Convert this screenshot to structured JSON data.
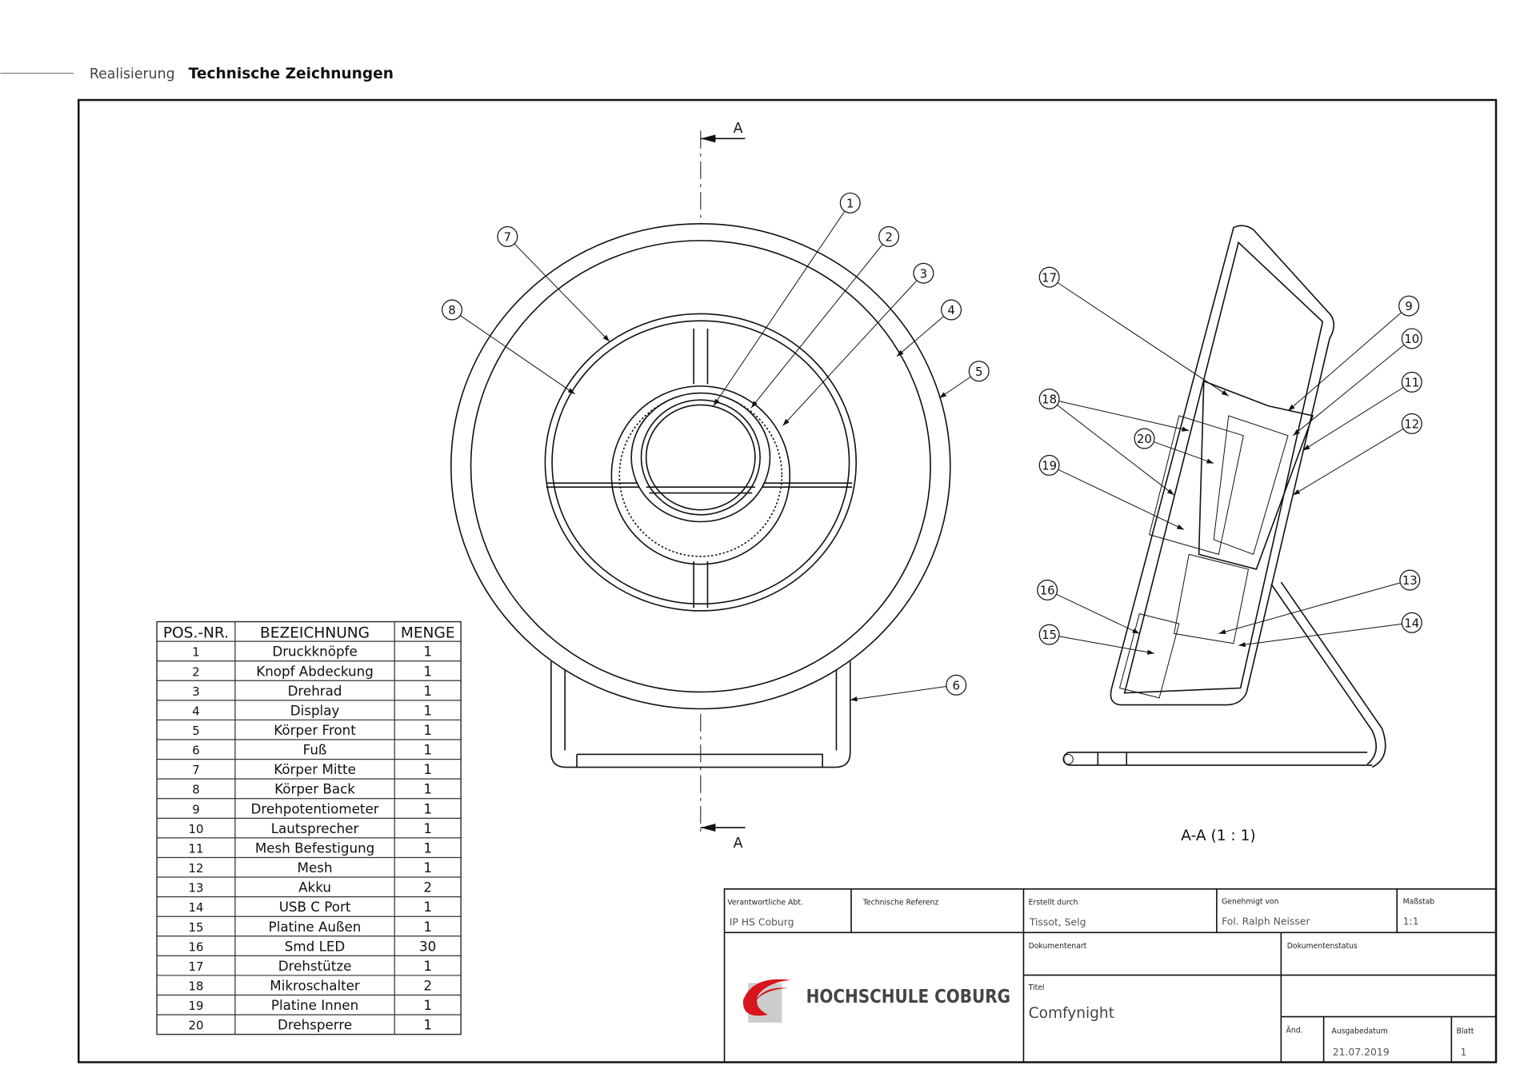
{
  "header": {
    "section": "Realisierung",
    "title": "Technische Zeichnungen"
  },
  "drawing": {
    "section_marker": "A",
    "section_view_label": "A-A (1 : 1)",
    "balloons": [
      "1",
      "2",
      "3",
      "4",
      "5",
      "6",
      "7",
      "8",
      "9",
      "10",
      "11",
      "12",
      "13",
      "14",
      "15",
      "16",
      "17",
      "18",
      "19",
      "20"
    ]
  },
  "parts_table": {
    "headers": [
      "POS.-NR.",
      "BEZEICHNUNG",
      "MENGE"
    ],
    "rows": [
      [
        "1",
        "Druckknöpfe",
        "1"
      ],
      [
        "2",
        "Knopf Abdeckung",
        "1"
      ],
      [
        "3",
        "Drehrad",
        "1"
      ],
      [
        "4",
        "Display",
        "1"
      ],
      [
        "5",
        "Körper Front",
        "1"
      ],
      [
        "6",
        "Fuß",
        "1"
      ],
      [
        "7",
        "Körper Mitte",
        "1"
      ],
      [
        "8",
        "Körper Back",
        "1"
      ],
      [
        "9",
        "Drehpotentiometer",
        "1"
      ],
      [
        "10",
        "Lautsprecher",
        "1"
      ],
      [
        "11",
        "Mesh Befestigung",
        "1"
      ],
      [
        "12",
        "Mesh",
        "1"
      ],
      [
        "13",
        "Akku",
        "2"
      ],
      [
        "14",
        "USB C Port",
        "1"
      ],
      [
        "15",
        "Platine Außen",
        "1"
      ],
      [
        "16",
        "Smd LED",
        "30"
      ],
      [
        "17",
        "Drehstütze",
        "1"
      ],
      [
        "18",
        "Mikroschalter",
        "2"
      ],
      [
        "19",
        "Platine Innen",
        "1"
      ],
      [
        "20",
        "Drehsperre",
        "1"
      ]
    ]
  },
  "title_block": {
    "dept_label": "Verantwortliche Abt.",
    "dept_value": "IP HS Coburg",
    "ref_label": "Technische Referenz",
    "created_label": "Erstellt durch",
    "created_value": "Tissot, Selg",
    "approved_label": "Genehmigt von",
    "approved_value": "Fol. Ralph Neisser",
    "scale_label": "Maßstab",
    "scale_value": "1:1",
    "doctype_label": "Dokumentenart",
    "docstatus_label": "Dokumentenstatus",
    "title_label": "Titel",
    "title_value": "Comfynight",
    "rev_label": "Änd.",
    "date_label": "Ausgabedatum",
    "date_value": "21.07.2019",
    "sheet_label": "Blatt",
    "sheet_value": "1",
    "logo_text": "HOCHSCHULE COBURG",
    "logo_color": "#d8141c"
  }
}
